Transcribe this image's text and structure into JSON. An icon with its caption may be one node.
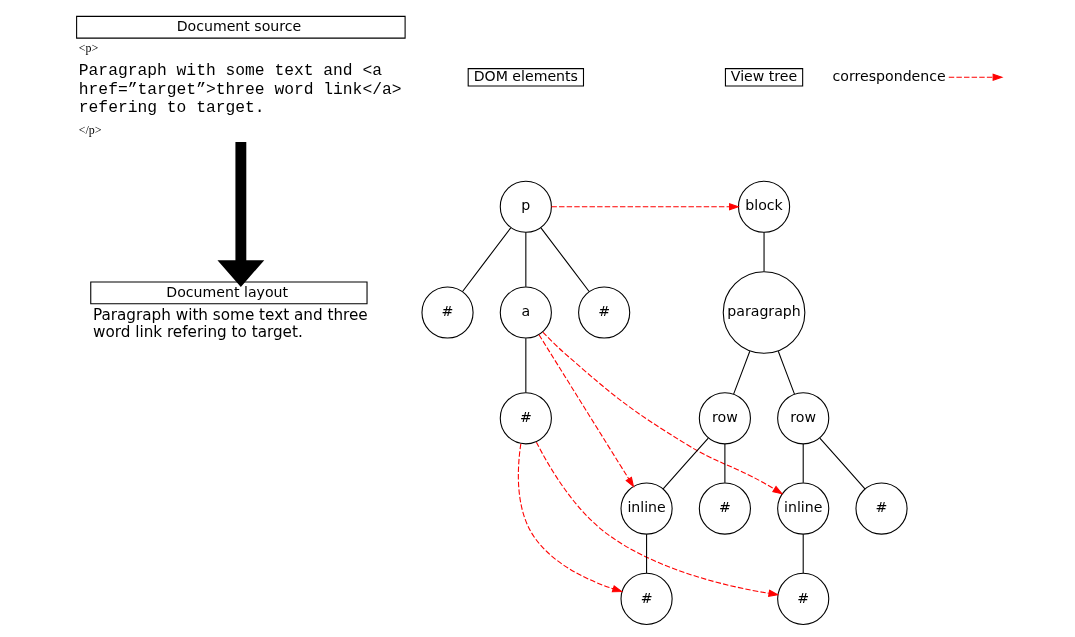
{
  "diagram": {
    "nodes": [
      {
        "text": [
          "Document source",
          "<p>",
          "Paragraph with some text and <a href=”target”>three word link</a> refering to target.",
          "</p>"
        ]
      },
      {
        "text": [
          "Document layout",
          "Paragraph with some text and three word link refering to target."
        ]
      },
      {
        "text": [
          "DOM elements"
        ]
      },
      {
        "text": [
          "p"
        ]
      },
      {
        "text": [
          "#"
        ]
      },
      {
        "text": [
          "a"
        ]
      },
      {
        "text": [
          "#"
        ]
      },
      {
        "text": [
          "#"
        ]
      },
      {
        "text": [
          "View tree"
        ]
      },
      {
        "text": [
          "block"
        ]
      },
      {
        "text": [
          "paragraph"
        ]
      },
      {
        "text": [
          "row"
        ]
      },
      {
        "text": [
          "row"
        ]
      },
      {
        "text": [
          "#"
        ]
      },
      {
        "text": [
          "inline"
        ]
      },
      {
        "text": [
          "inline"
        ]
      },
      {
        "text": [
          "#"
        ]
      },
      {
        "text": [
          "#"
        ]
      },
      {
        "text": [
          "#"
        ]
      }
    ],
    "edges": [
      {
        "from": 0,
        "to": 1,
        "arrow": "to",
        "style": "thick"
      },
      {
        "from": 3,
        "to": 4,
        "arrow": "none"
      },
      {
        "from": 3,
        "to": 5,
        "arrow": "none"
      },
      {
        "from": 3,
        "to": 6,
        "arrow": "none"
      },
      {
        "from": 5,
        "to": 7,
        "arrow": "none"
      },
      {
        "from": 9,
        "to": 10,
        "arrow": "none"
      },
      {
        "from": 10,
        "to": 11,
        "arrow": "none"
      },
      {
        "from": 10,
        "to": 12,
        "arrow": "none"
      },
      {
        "from": 11,
        "to": 13,
        "arrow": "none"
      },
      {
        "from": 11,
        "to": 14,
        "arrow": "none"
      },
      {
        "from": 12,
        "to": 15,
        "arrow": "none"
      },
      {
        "from": 12,
        "to": 16,
        "arrow": "none"
      },
      {
        "from": 14,
        "to": 17,
        "arrow": "none"
      },
      {
        "from": 15,
        "to": 18,
        "arrow": "none"
      },
      {
        "from": 3,
        "to": 9,
        "arrow": "to",
        "style": "dashed",
        "color": "#ff0000"
      },
      {
        "from": 5,
        "to": 14,
        "arrow": "to",
        "style": "dashed",
        "color": "#ff0000"
      },
      {
        "from": 5,
        "to": 15,
        "arrow": "to",
        "style": "dashed",
        "color": "#ff0000"
      },
      {
        "from": 7,
        "to": 17,
        "arrow": "to",
        "style": "dashed",
        "color": "#ff0000"
      },
      {
        "from": 7,
        "to": 18,
        "arrow": "to",
        "style": "dashed",
        "color": "#ff0000"
      }
    ],
    "legend": [
      {
        "text": "correspondence"
      }
    ]
  }
}
